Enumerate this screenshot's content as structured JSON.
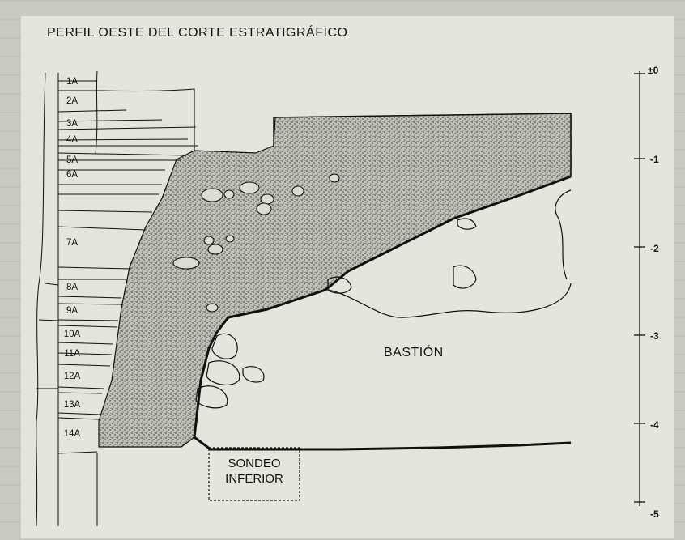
{
  "figure": {
    "title": "PERFIL OESTE DEL CORTE ESTRATIGRÁFICO",
    "bastion_label": "BASTIÓN",
    "sondeo_label_line1": "SONDEO",
    "sondeo_label_line2": "INFERIOR"
  },
  "layers": [
    "1A",
    "2A",
    "3A",
    "4A",
    "5A",
    "6A",
    "7A",
    "8A",
    "9A",
    "10A",
    "11A",
    "12A",
    "13A",
    "14A"
  ],
  "depth_scale": [
    "±0",
    "-1",
    "-2",
    "-3",
    "-4",
    "-5"
  ],
  "colors": {
    "panel_background": "#e4e5dc",
    "ink": "#111111",
    "stipple_fill": "#b9b9b0"
  }
}
